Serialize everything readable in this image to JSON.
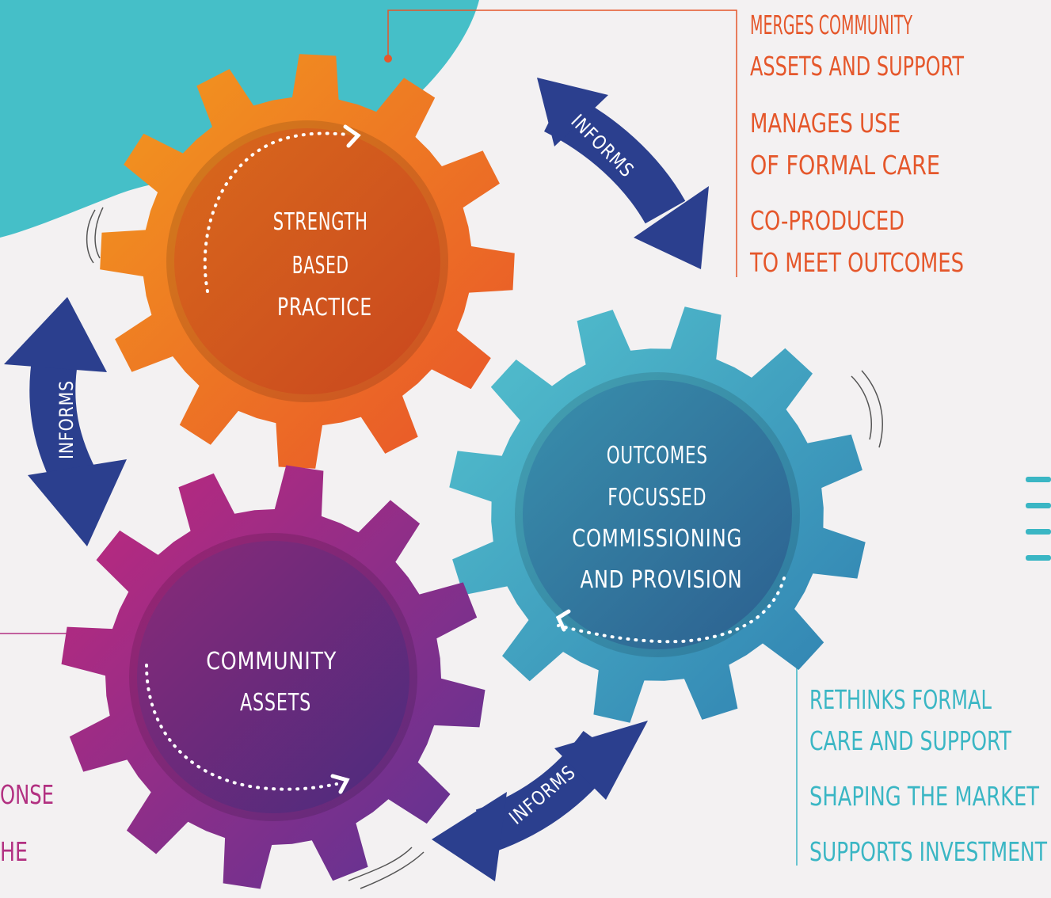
{
  "gears": {
    "strength": {
      "lines": [
        "STRENGTH",
        "BASED",
        "PRACTICE"
      ],
      "color": "#ee7a22"
    },
    "outcomes": {
      "lines": [
        "OUTCOMES",
        "FOCUSSED",
        "COMMISSIONING",
        "AND PROVISION"
      ],
      "color": "#3aa9c4"
    },
    "community": {
      "lines": [
        "COMMUNITY",
        "ASSETS"
      ],
      "color": "#8f2f8f"
    }
  },
  "arrows": {
    "top_right": "INFORMS",
    "left": "INFORMS",
    "bottom": "INFORMS"
  },
  "right_orange_list": [
    "MERGES COMMUNITY",
    "ASSETS AND SUPPORT",
    "MANAGES USE",
    "OF FORMAL CARE",
    "CO-PRODUCED",
    "TO MEET OUTCOMES"
  ],
  "right_teal_list": [
    "RETHINKS FORMAL",
    "CARE AND SUPPORT",
    "SHAPING THE MARKET",
    "SUPPORTS INVESTMENT"
  ],
  "left_magenta_fragments": [
    "ONSE",
    "HE"
  ],
  "colors": {
    "background": "#f3f1f2",
    "teal_blob": "#45bfc8",
    "arrow_blue": "#2b3f8e",
    "orange_text": "#e5572b",
    "teal_text": "#3ab6c4",
    "magenta_text": "#b23081"
  }
}
